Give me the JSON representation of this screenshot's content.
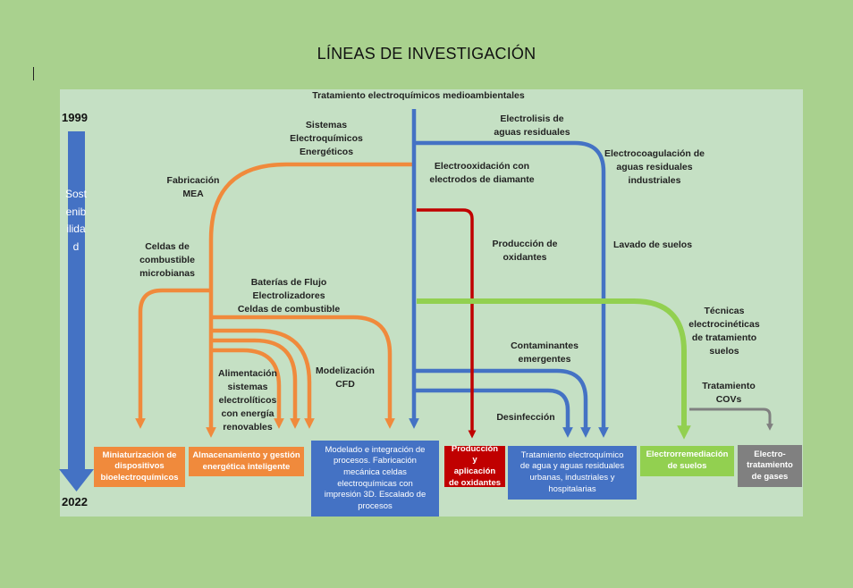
{
  "title": "LÍNEAS DE INVESTIGACIÓN",
  "timeline": {
    "start_year": "1999",
    "end_year": "2022",
    "axis_text": "Sostenibilidad"
  },
  "labels": {
    "tratamiento_header": "Tratamiento electroquímicos medioambientales",
    "sistemas": "Sistemas\nElectroquímicos\nEnergéticos",
    "fabricacion": "Fabricación\nMEA",
    "celdas_microbianas": "Celdas de\ncombustible\nmicrobianas",
    "baterias": "Baterías de Flujo\nElectrolizadores\nCeldas de combustible",
    "alimentacion": "Alimentación\nsistemas\nelectrolíticos\ncon energía\nrenovables",
    "modelizacion": "Modelización\nCFD",
    "electrolisis": "Electrolisis de\naguas residuales",
    "electrooxidacion": "Electrooxidación con\nelectrodos de diamante",
    "electrocoagulacion": "Electrocoagulación de\naguas residuales\nindustriales",
    "produccion_oxidantes_lbl": "Producción de\noxidantes",
    "lavado": "Lavado de suelos",
    "tecnicas": "Técnicas\nelectrocinéticas\nde tratamiento\nsuelos",
    "contaminantes": "Contaminantes\nemergentes",
    "tratamiento_covs": "Tratamiento\nCOVs",
    "desinfeccion": "Desinfección"
  },
  "boxes": {
    "miniaturizacion": "Miniaturización de\ndispositivos\nbioelectroquímicos",
    "almacenamiento": "Almacenamiento y gestión\nenergética inteligente",
    "modelado": "Modelado e integración de\nprocesos. Fabricación\nmecánica celdas\nelectroquímicas  con\nimpresión 3D. Escalado de\nprocesos",
    "produccion": "Producción y\naplicación\nde oxidantes",
    "tratamiento_agua": "Tratamiento electroquímico\nde agua y aguas residuales\nurbanas, industriales y\nhospitalarias",
    "electrorremediacion": "Electrorremediación\nde suelos",
    "electrotratamiento": "Electro-\ntratamiento\nde gases"
  },
  "colors": {
    "background": "#a9d18e",
    "panel": "#c5e0c4",
    "orange": "#f08a3c",
    "blue": "#4472c4",
    "red": "#c00000",
    "green": "#92d050",
    "gray": "#808080"
  }
}
